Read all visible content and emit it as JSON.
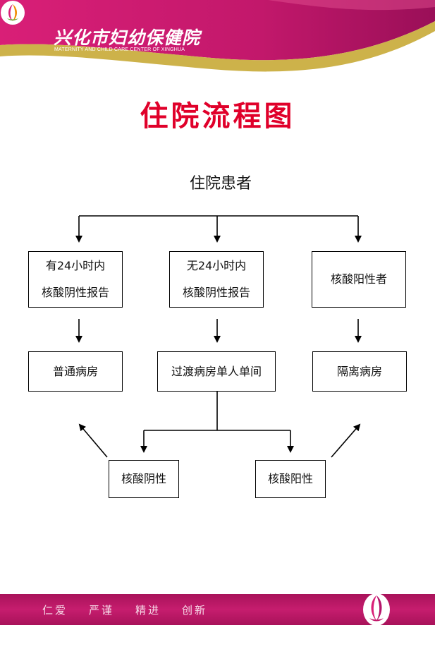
{
  "header": {
    "org_name_cn": "兴化市妇幼保健院",
    "org_name_en": "MATERNITY AND CHILD CARE CENTER OF XINGHUA",
    "colors": {
      "magenta": "#c2186b",
      "gold": "#cdb24a"
    }
  },
  "title": "住院流程图",
  "flow": {
    "root": "住院患者",
    "report_24h_line1": "有24小时内",
    "report_24h_line2": "核酸阴性报告",
    "no_report_line1": "无24小时内",
    "no_report_line2": "核酸阴性报告",
    "positive": "核酸阳性者",
    "general_ward": "普通病房",
    "transition_room": "过渡病房单人单间",
    "isolation_ward": "隔离病房",
    "test_negative": "核酸阴性",
    "test_positive": "核酸阳性"
  },
  "footer": {
    "slogans": [
      "仁爱",
      "严谨",
      "精进",
      "创新"
    ]
  }
}
